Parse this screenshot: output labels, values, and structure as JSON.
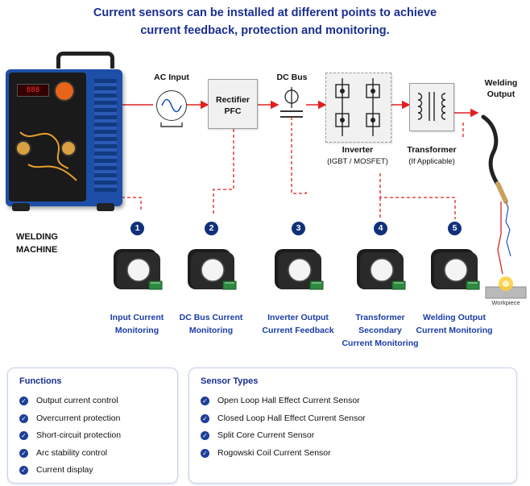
{
  "title": {
    "line1": "Current sensors can be installed at different points to achieve",
    "line2": "current feedback, protection and monitoring."
  },
  "machine": {
    "label_line1": "WELDING",
    "label_line2": "MACHINE"
  },
  "blocks": {
    "ac_input": "AC Input",
    "rectifier_line1": "Rectifier",
    "rectifier_line2": "PFC",
    "dc_bus": "DC Bus",
    "inverter": "Inverter",
    "inverter_sub": "(IGBT / MOSFET)",
    "transformer": "Transformer",
    "transformer_sub": "(If Applicable)",
    "welding_output_line1": "Welding",
    "welding_output_line2": "Output",
    "workpiece": "Workpiece"
  },
  "sensors": [
    {
      "number": "1",
      "line1": "Input Current",
      "line2": "Monitoring",
      "line3": ""
    },
    {
      "number": "2",
      "line1": "DC Bus Current",
      "line2": "Monitoring",
      "line3": ""
    },
    {
      "number": "3",
      "line1": "Inverter Output",
      "line2": "Current Feedback",
      "line3": ""
    },
    {
      "number": "4",
      "line1": "Transformer",
      "line2": "Secondary",
      "line3": "Current Monitoring"
    },
    {
      "number": "5",
      "line1": "Welding Output",
      "line2": "Current Monitoring",
      "line3": ""
    }
  ],
  "functions": {
    "title": "Functions",
    "items": [
      "Output current control",
      "Overcurrent protection",
      "Short-circuit protection",
      "Arc stability control",
      "Current display"
    ]
  },
  "sensor_types": {
    "title": "Sensor Types",
    "items": [
      "Open Loop Hall Effect Current Sensor",
      "Closed Loop Hall Effect Current Sensor",
      "Split Core Current Sensor",
      "Rogowski Coil Current Sensor"
    ]
  },
  "colors": {
    "accent": "#1a2f8f",
    "wire": "#e02020",
    "machine_blue": "#1d4fa8",
    "badge": "#10307a"
  }
}
